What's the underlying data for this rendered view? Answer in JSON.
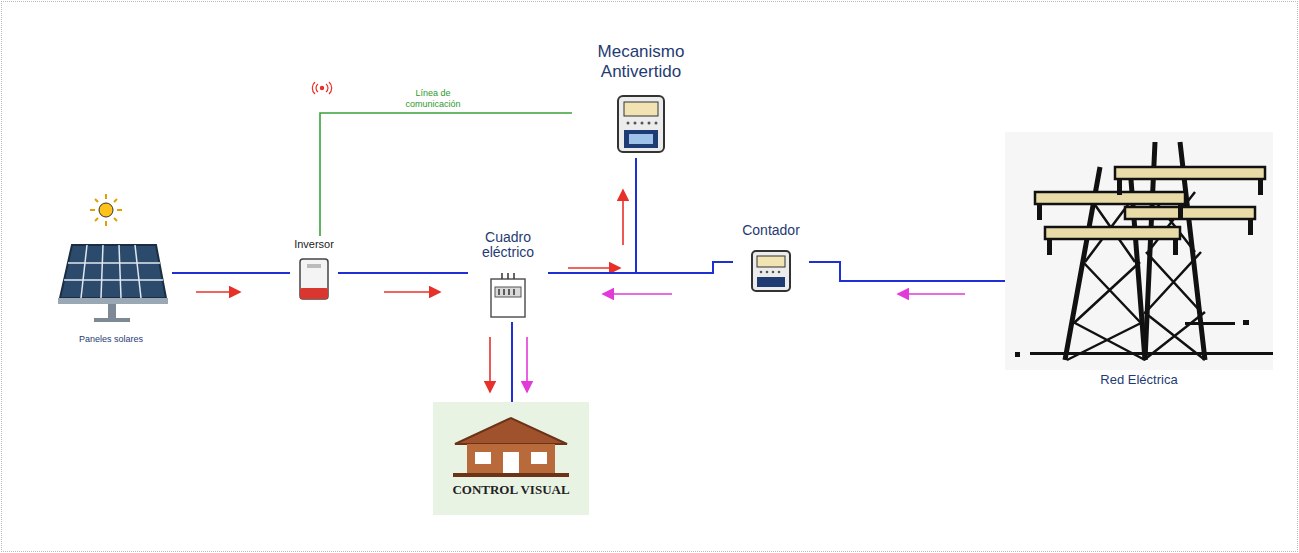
{
  "diagram": {
    "nodes": [
      {
        "text": [
          "Paneles solares"
        ]
      },
      {
        "text": [
          "Inversor"
        ]
      },
      {
        "text": [
          "Cuadro eléctrico"
        ]
      },
      {
        "text": [
          "Mecanismo Antivertido"
        ]
      },
      {
        "text": [
          "Contador"
        ]
      },
      {
        "text": [
          "Red Eléctrica"
        ]
      },
      {
        "text": [
          "CONTROL VISUAL"
        ]
      }
    ],
    "edges": [
      {
        "from": 0,
        "to": 1,
        "arrow": "none"
      },
      {
        "from": 1,
        "to": 2,
        "arrow": "none"
      },
      {
        "from": 2,
        "to": 6,
        "arrow": "none"
      },
      {
        "from": 2,
        "to": 4,
        "arrow": "none"
      },
      {
        "from": 4,
        "to": 5,
        "arrow": "none"
      },
      {
        "from": 2,
        "to": 3,
        "arrow": "none"
      },
      {
        "from": 1,
        "to": 3,
        "label": "Línea de comunicación",
        "arrow": "none"
      }
    ]
  }
}
